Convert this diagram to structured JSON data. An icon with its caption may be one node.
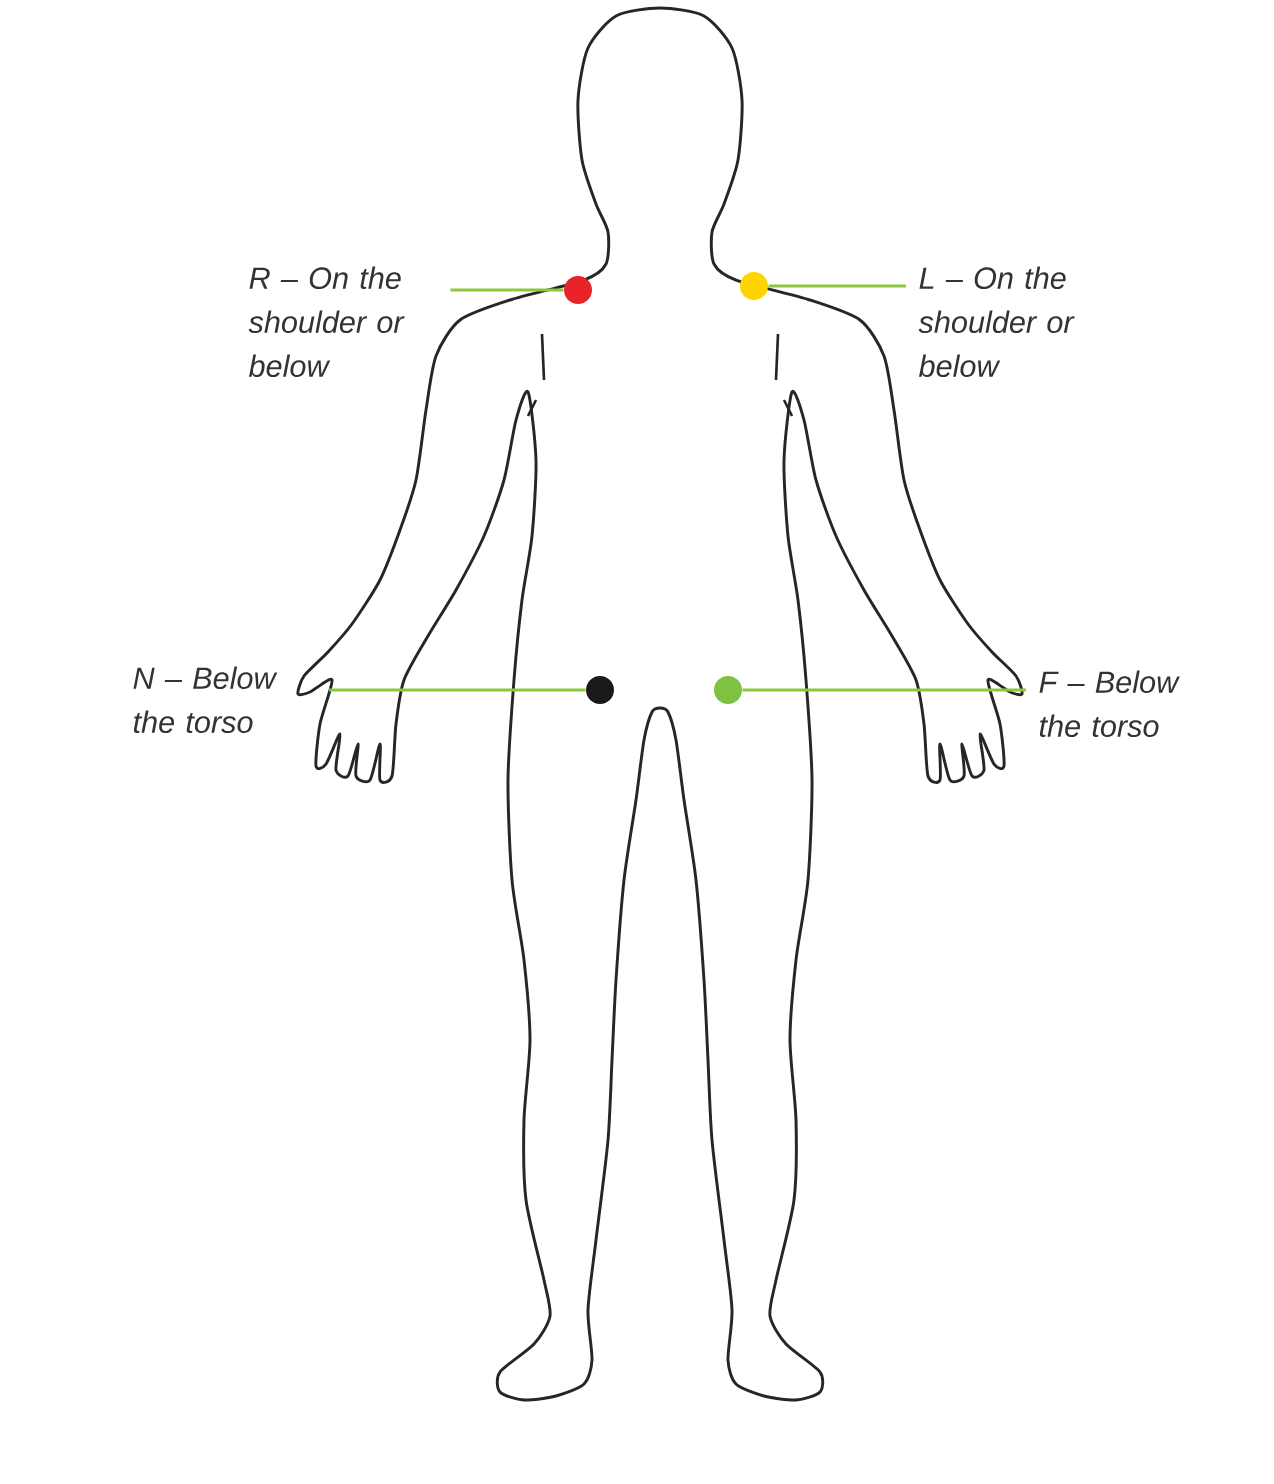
{
  "diagram": {
    "nodes": [
      {
        "text": [
          "R – On the shoulder or below"
        ]
      },
      {
        "text": [],
        "shape": "circle"
      },
      {
        "text": [],
        "shape": "circle"
      },
      {
        "text": [
          "L – On the shoulder or below"
        ]
      },
      {
        "text": [
          "N – Below the torso"
        ]
      },
      {
        "text": [],
        "shape": "circle"
      },
      {
        "text": [],
        "shape": "circle"
      },
      {
        "text": [
          "F – Below the torso"
        ]
      }
    ],
    "edges": [
      {
        "from": 0,
        "to": 1,
        "arrow": "none"
      },
      {
        "from": 3,
        "to": 2,
        "arrow": "none"
      },
      {
        "from": 4,
        "to": 5,
        "arrow": "none"
      },
      {
        "from": 7,
        "to": 6,
        "arrow": "none"
      }
    ]
  }
}
